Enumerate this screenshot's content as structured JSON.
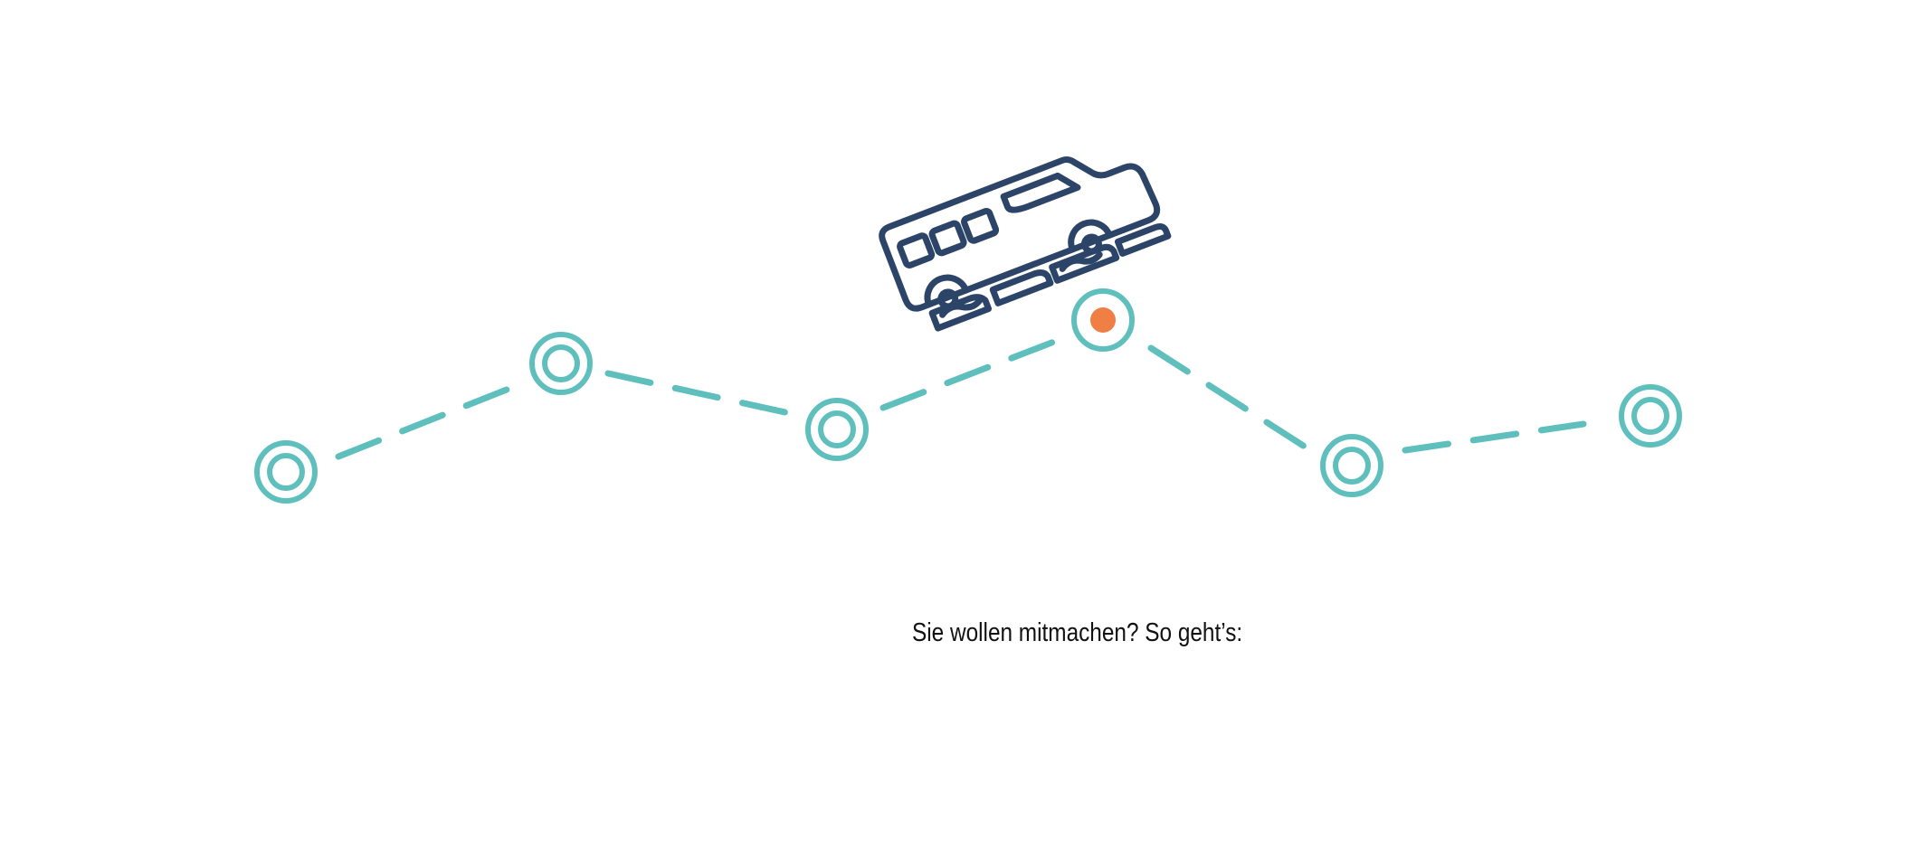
{
  "route": {
    "path_color": "#5fbfbd",
    "active_dot_color": "#f07f45",
    "bus_color": "#2b4468",
    "waypoint_count": 6,
    "active_waypoint": 4
  },
  "icons": {
    "vehicle": "bus-icon",
    "waypoint": "target-ring-icon"
  },
  "cta": {
    "text": "Sie wollen mitmachen? So geht’s:"
  }
}
